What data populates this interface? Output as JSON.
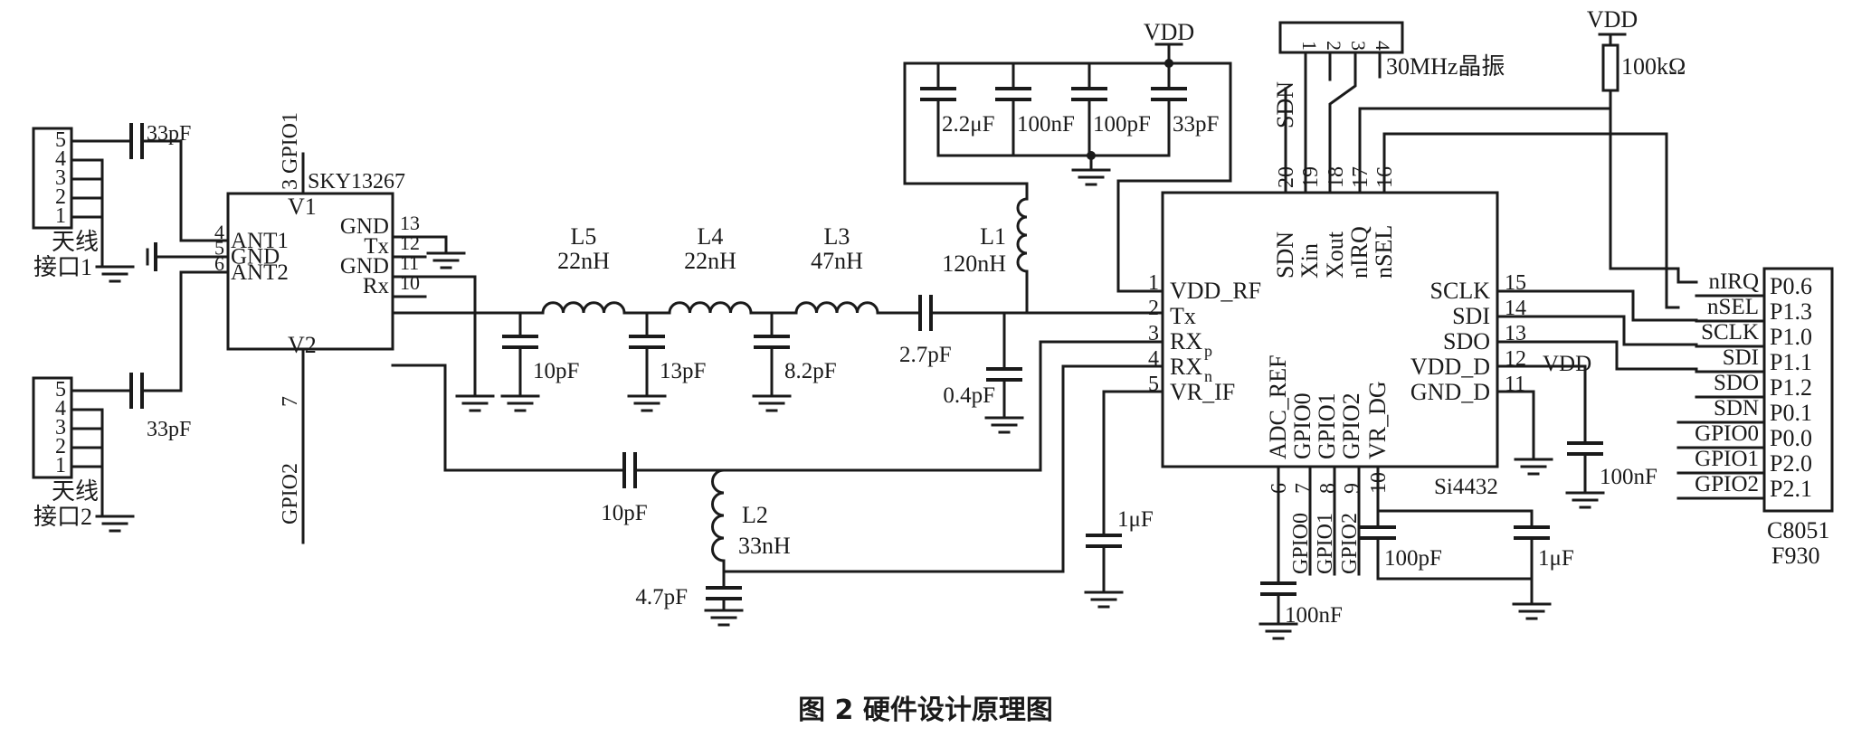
{
  "caption": "图 2   硬件设计原理图",
  "antenna1": {
    "label_line1": "天线",
    "label_line2": "接口1",
    "pins": [
      "5",
      "4",
      "3",
      "2",
      "1"
    ],
    "cap": "33pF"
  },
  "antenna2": {
    "label_line1": "天线",
    "label_line2": "接口2",
    "pins": [
      "5",
      "4",
      "3",
      "2",
      "1"
    ],
    "cap": "33pF"
  },
  "switch": {
    "name": "SKY13267",
    "left_pins": [
      {
        "num": "4",
        "label": "ANT1"
      },
      {
        "num": "5",
        "label": "GND"
      },
      {
        "num": "6",
        "label": "ANT2"
      }
    ],
    "right_pins": [
      {
        "num": "13",
        "label": "GND"
      },
      {
        "num": "12",
        "label": "Tx"
      },
      {
        "num": "11",
        "label": "GND"
      },
      {
        "num": "10",
        "label": "Rx"
      }
    ],
    "top_label": "V1",
    "bottom_label": "V2",
    "top_pin": {
      "num": "3",
      "net": "GPIO1"
    },
    "bottom_pin": {
      "num": "7",
      "net": "GPIO2"
    }
  },
  "tx_filter": {
    "inductors": [
      {
        "ref": "L5",
        "value": "22nH"
      },
      {
        "ref": "L4",
        "value": "22nH"
      },
      {
        "ref": "L3",
        "value": "47nH"
      }
    ],
    "shunt_caps": [
      "10pF",
      "13pF",
      "8.2pF"
    ],
    "series_cap": "2.7pF",
    "shunt_cap_out": "0.4pF",
    "choke": {
      "ref": "L1",
      "value": "120nH"
    }
  },
  "rx_match": {
    "series_cap": "10pF",
    "inductor": {
      "ref": "L2",
      "value": "33nH"
    },
    "shunt_cap": "4.7pF"
  },
  "vdd_decoupling": {
    "net": "VDD",
    "caps": [
      "2.2μF",
      "100nF",
      "100pF",
      "33pF"
    ]
  },
  "crystal": {
    "pins": [
      "1",
      "2",
      "3",
      "4"
    ],
    "label": "30MHz晶振"
  },
  "transceiver": {
    "name": "Si4432",
    "left_pins": [
      {
        "num": "1",
        "label": "VDD_RF"
      },
      {
        "num": "2",
        "label": "Tx"
      },
      {
        "num": "3",
        "label": "RX",
        "sub": "p"
      },
      {
        "num": "4",
        "label": "RX",
        "sub": "n"
      },
      {
        "num": "5",
        "label": "VR_IF"
      }
    ],
    "top_pins": [
      {
        "num": "20",
        "label": "SDN"
      },
      {
        "num": "19",
        "label": "Xin"
      },
      {
        "num": "18",
        "label": "Xout"
      },
      {
        "num": "17",
        "label": "nIRQ"
      },
      {
        "num": "16",
        "label": "nSEL"
      }
    ],
    "right_pins": [
      {
        "num": "15",
        "label": "SCLK"
      },
      {
        "num": "14",
        "label": "SDI"
      },
      {
        "num": "13",
        "label": "SDO"
      },
      {
        "num": "12",
        "label": "VDD_D"
      },
      {
        "num": "11",
        "label": "GND_D"
      }
    ],
    "bottom_pins": [
      {
        "num": "6",
        "label": "ADC_REF"
      },
      {
        "num": "7",
        "label": "GPIO0"
      },
      {
        "num": "8",
        "label": "GPIO1"
      },
      {
        "num": "9",
        "label": "GPIO2"
      },
      {
        "num": "10",
        "label": "VR_DG"
      }
    ],
    "sdn_net": "SDN",
    "bottom_nets": [
      "GPIO0",
      "GPIO1",
      "GPIO2"
    ],
    "vr_if_cap": "1μF",
    "adc_ref_cap": "100nF",
    "vr_dg_caps": [
      "100pF",
      "1μF"
    ],
    "vdd_d_net": "VDD",
    "vdd_d_cap": "100nF"
  },
  "pullup": {
    "net": "VDD",
    "value": "100kΩ"
  },
  "mcu": {
    "name_line1": "C8051",
    "name_line2": "F930",
    "pins": [
      {
        "net": "nIRQ",
        "port": "P0.6"
      },
      {
        "net": "nSEL",
        "port": "P1.3"
      },
      {
        "net": "SCLK",
        "port": "P1.0"
      },
      {
        "net": "SDI",
        "port": "P1.1"
      },
      {
        "net": "SDO",
        "port": "P1.2"
      },
      {
        "net": "SDN",
        "port": "P0.1"
      },
      {
        "net": "GPIO0",
        "port": "P0.0"
      },
      {
        "net": "GPIO1",
        "port": "P2.0"
      },
      {
        "net": "GPIO2",
        "port": "P2.1"
      }
    ]
  }
}
